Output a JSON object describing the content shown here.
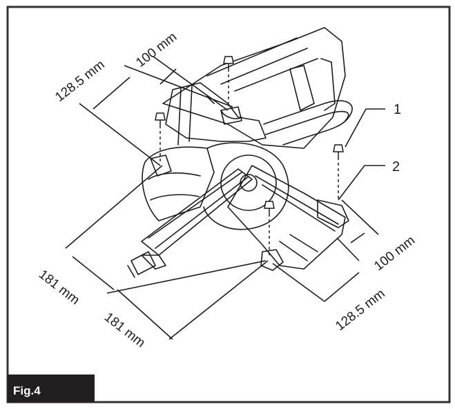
{
  "figure": {
    "label": "Fig.4"
  },
  "dimensions": {
    "top_left_outer": "128.5 mm",
    "top_left_inner": "100 mm",
    "right_inner": "100 mm",
    "right_outer": "128.5 mm",
    "bottom_inner": "181 mm",
    "bottom_outer": "181 mm"
  },
  "callouts": {
    "item_1": "1",
    "item_2": "2"
  },
  "colors": {
    "line": "#1a1a1a",
    "frame": "#333333",
    "label_bg": "#231f20",
    "label_text": "#ffffff"
  }
}
